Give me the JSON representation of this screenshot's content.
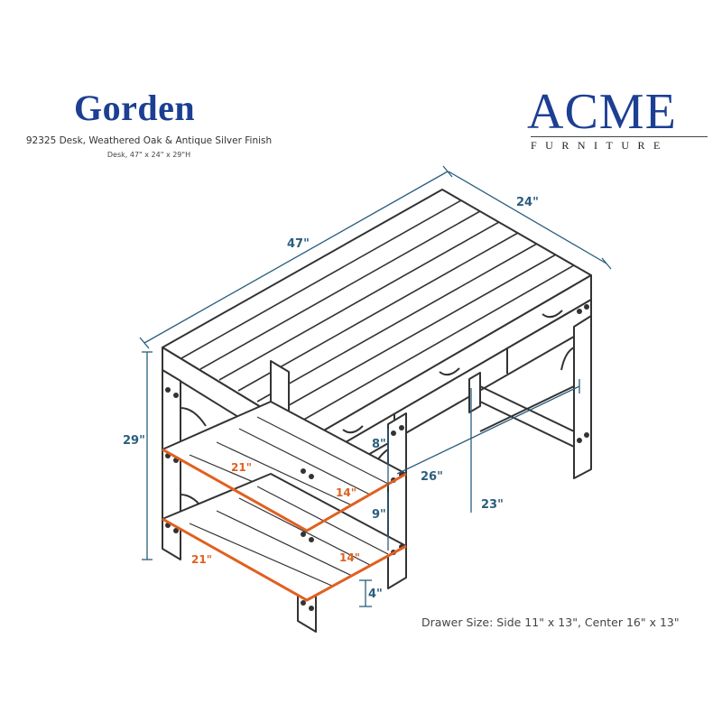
{
  "header": {
    "title": "Gorden",
    "subtitle": "92325 Desk, Weathered Oak & Antique Silver Finish",
    "dimensions_text": "Desk, 47\" x 24\" x 29\"H"
  },
  "brand": {
    "name": "ACME",
    "sub": "FURNITURE"
  },
  "dimensions": {
    "length": "47\"",
    "depth": "24\"",
    "height": "29\"",
    "shelf_gap_top": "8\"",
    "shelf_gap_mid": "9\"",
    "floor_clear": "4\"",
    "knee_width": "26\"",
    "knee_height": "23\"",
    "shelf_top_length": "21\"",
    "shelf_top_depth": "14\"",
    "shelf_bottom_length": "21\"",
    "shelf_bottom_depth": "14\""
  },
  "note": "Drawer Size: Side 11\" x 13\", Center 16\" x 13\"",
  "colors": {
    "brand_blue": "#1c3f93",
    "dimension_teal": "#2a5e7e",
    "shelf_highlight": "#e06020",
    "outline": "#333333"
  }
}
